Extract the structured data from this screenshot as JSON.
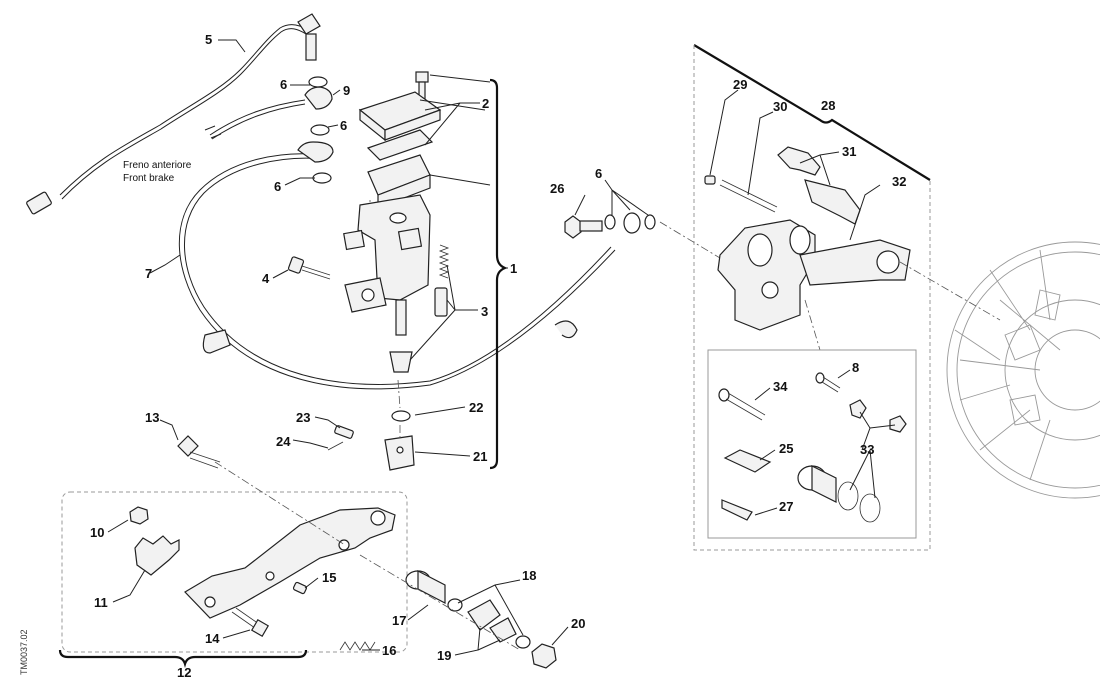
{
  "drawing_code": "TM0037.02",
  "notes": {
    "front_brake_it": "Freno anteriore",
    "front_brake_en": "Front brake"
  },
  "callouts": {
    "c1": "1",
    "c2": "2",
    "c3": "3",
    "c4": "4",
    "c5": "5",
    "c6a": "6",
    "c6b": "6",
    "c6c": "6",
    "c6d": "6",
    "c7": "7",
    "c8": "8",
    "c9": "9",
    "c10": "10",
    "c11": "11",
    "c12": "12",
    "c13": "13",
    "c14": "14",
    "c15": "15",
    "c16": "16",
    "c17": "17",
    "c18": "18",
    "c19": "19",
    "c20": "20",
    "c21": "21",
    "c22": "22",
    "c23": "23",
    "c24": "24",
    "c25": "25",
    "c26": "26",
    "c27": "27",
    "c28": "28",
    "c29": "29",
    "c30": "30",
    "c31": "31",
    "c32": "32",
    "c33": "33",
    "c34": "34"
  }
}
